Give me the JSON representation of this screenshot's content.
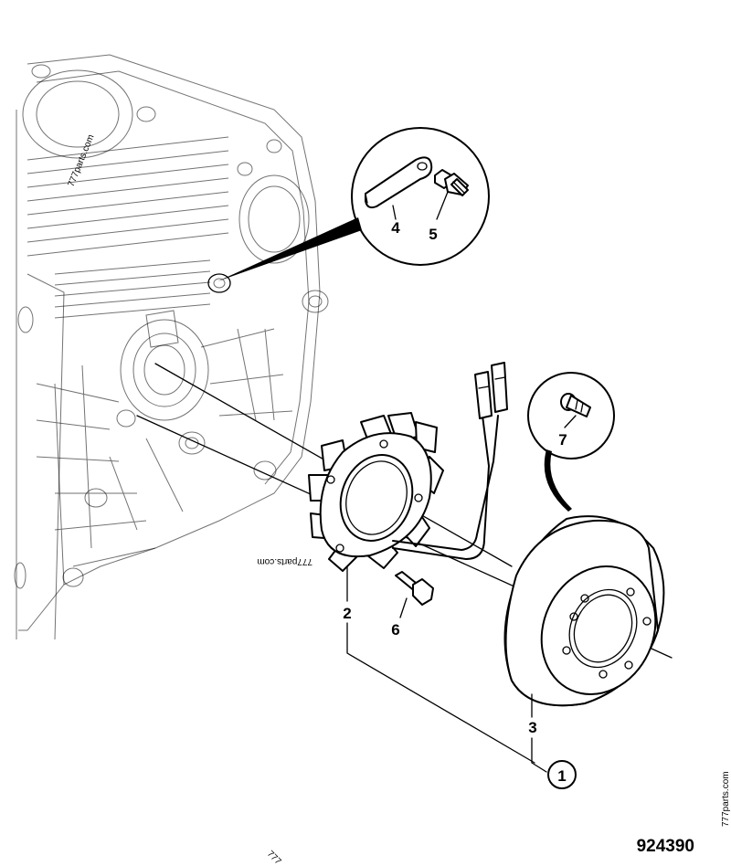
{
  "callouts": {
    "c1": "1",
    "c2": "2",
    "c3": "3",
    "c4": "4",
    "c5": "5",
    "c6": "6",
    "c7": "7"
  },
  "drawing_number": "924390",
  "watermarks": [
    "777parts.com",
    "777parts.com",
    "777parts.com",
    "777"
  ]
}
